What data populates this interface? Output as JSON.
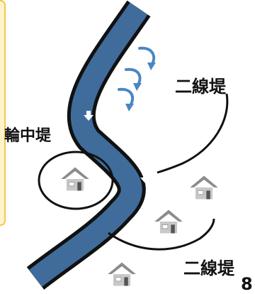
{
  "labels": {
    "ring_levee": "輪中堤",
    "secondary_levee_top": "二線堤",
    "secondary_levee_bottom": "二線堤",
    "page_number": "8"
  },
  "colors": {
    "river_fill": "#3f6c9b",
    "river_edge": "#111111",
    "flow_arrow": "#4a86c2",
    "house_roof": "#8c8c8c",
    "house_wall": "#c8c8c8",
    "panel_fill": "#fff3c9",
    "panel_border": "#f2c94c"
  },
  "icons": {
    "overflow_arrows": "curved-arrow",
    "flow_arrows": "down-arrow",
    "houses": "house-icon"
  }
}
